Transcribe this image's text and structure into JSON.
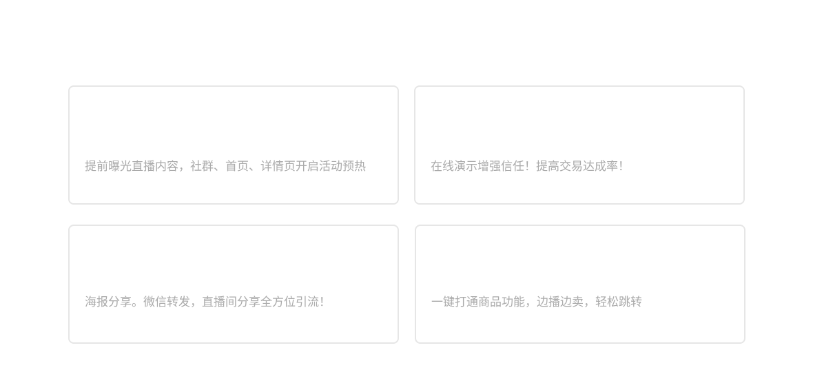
{
  "features": [
    {
      "description": "提前曝光直播内容，社群、首页、详情页开启活动预热"
    },
    {
      "description": "在线演示增强信任！提高交易达成率！"
    },
    {
      "description": "海报分享。微信转发，直播间分享全方位引流！"
    },
    {
      "description": "一键打通商品功能，边播边卖，轻松跳转"
    }
  ]
}
